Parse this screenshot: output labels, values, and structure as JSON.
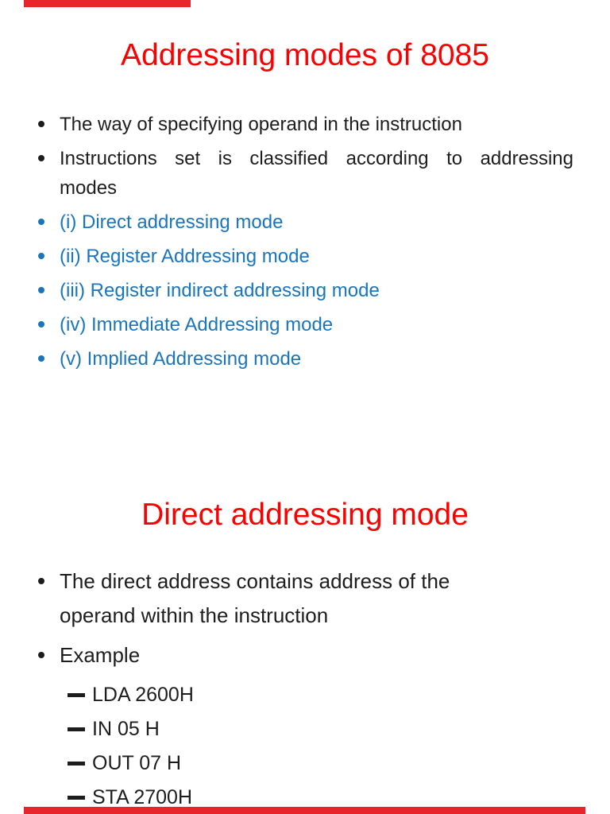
{
  "page": {
    "type": "presentation-document-page",
    "colors": {
      "title_red": "#fb0000",
      "accent_blue": "#1b75bc",
      "text_black": "#1d1d1d",
      "edge_bar_red": "#e8252b"
    }
  },
  "slide1": {
    "title": "Addressing modes of 8085",
    "bullets": [
      {
        "style": "black",
        "lines": [
          "The way of specifying operand in the instruction"
        ]
      },
      {
        "style": "black",
        "justify": true,
        "lines": [
          "Instructions set is classified according to addressing",
          "modes"
        ]
      },
      {
        "style": "blue",
        "lines": [
          "(i) Direct addressing mode"
        ]
      },
      {
        "style": "blue",
        "lines": [
          "(ii) Register Addressing mode"
        ]
      },
      {
        "style": "blue",
        "lines": [
          "(iii) Register indirect addressing mode"
        ]
      },
      {
        "style": "blue",
        "lines": [
          "(iv) Immediate Addressing mode"
        ]
      },
      {
        "style": "blue",
        "lines": [
          "(v) Implied Addressing mode"
        ]
      }
    ]
  },
  "slide2": {
    "title": "Direct addressing mode",
    "bullets": [
      {
        "style": "black",
        "lines": [
          "The direct address contains address of the",
          "operand within the instruction"
        ]
      },
      {
        "style": "black",
        "lines": [
          "Example"
        ]
      }
    ],
    "sub_items": [
      "LDA 2600H",
      "IN 05 H",
      "OUT 07 H",
      "STA 2700H"
    ]
  }
}
